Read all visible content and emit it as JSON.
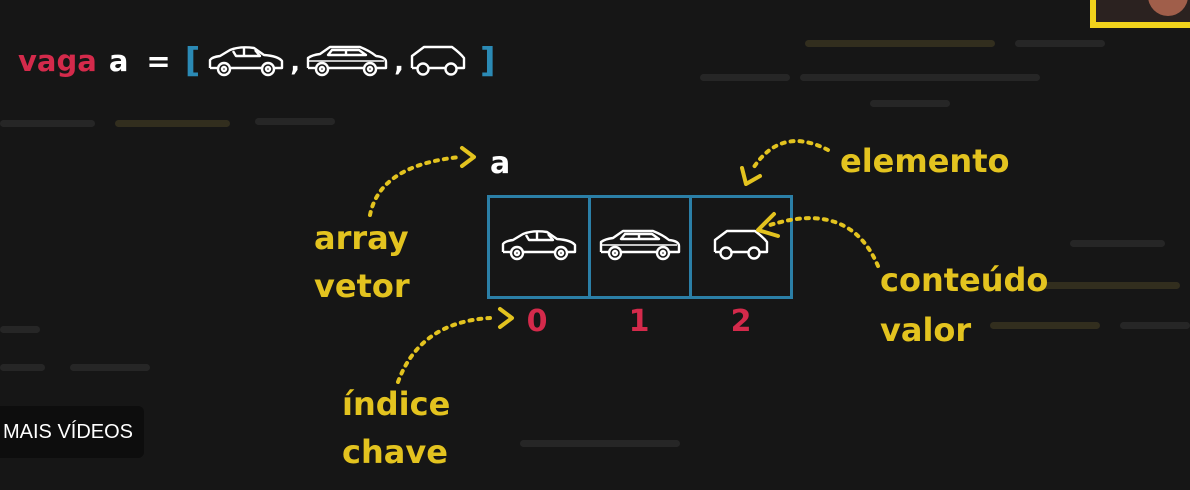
{
  "code": {
    "keyword": "vaga",
    "variable": "a",
    "equals": "=",
    "open_bracket": "[",
    "close_bracket": "]",
    "separators": [
      ",",
      ","
    ],
    "car_icons": [
      "sedan-car-icon",
      "hatchback-car-icon",
      "small-car-icon"
    ]
  },
  "diagram": {
    "array_name": "a",
    "cells": [
      {
        "icon": "sedan-car-icon",
        "index": "0"
      },
      {
        "icon": "hatchback-car-icon",
        "index": "1"
      },
      {
        "icon": "small-car-icon",
        "index": "2"
      }
    ],
    "labels": {
      "array": "array",
      "vetor": "vetor",
      "elemento": "elemento",
      "conteudo": "conteúdo",
      "valor": "valor",
      "indice": "índice",
      "chave": "chave"
    }
  },
  "overlay": {
    "more_videos": "MAIS VÍDEOS"
  },
  "colors": {
    "background": "#161616",
    "keyword_red": "#d42a4b",
    "label_yellow": "#e3c31f",
    "array_blue": "#2b7fa7",
    "camera_frame": "#f0d21c"
  }
}
